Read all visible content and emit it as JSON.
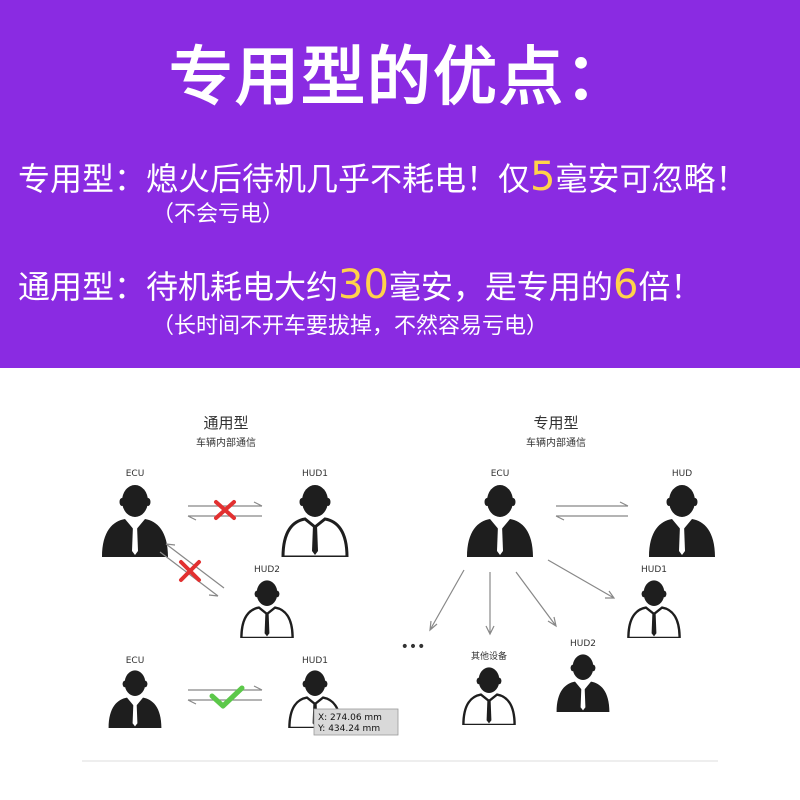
{
  "banner": {
    "title": "专用型的优点：",
    "line1": {
      "prefix": "专用型：熄火后待机几乎不耗电！仅",
      "value": "5",
      "suffix": "毫安可忽略！"
    },
    "note1": "（不会亏电）",
    "line2": {
      "prefix": "通用型：待机耗电大约",
      "value": "30",
      "mid": "毫安，是专用的",
      "value2": "6",
      "suffix": "倍！"
    },
    "note2": "（长时间不开车要拔掉，不然容易亏电）",
    "colors": {
      "background": "#8a2be2",
      "highlight": "#ffd24a",
      "text": "#ffffff"
    }
  },
  "diagram": {
    "left": {
      "title": "通用型",
      "subtitle": "车辆内部通信",
      "ecu_top": "ECU",
      "hud1_top": "HUD1",
      "hud2": "HUD2",
      "ecu_bottom": "ECU",
      "hud1_bottom": "HUD1"
    },
    "right": {
      "title": "专用型",
      "subtitle": "车辆内部通信",
      "ecu": "ECU",
      "hud": "HUD",
      "hud1": "HUD1",
      "other": "其他设备",
      "hud2": "HUD2",
      "ellipsis": "•••"
    },
    "measure": {
      "x": "X: 274.06 mm",
      "y": "Y: 434.24 mm"
    },
    "icons": {
      "reject": "red-cross-icon",
      "accept": "green-check-icon",
      "person": "person-icon"
    },
    "colors": {
      "reject": "#e23030",
      "accept": "#5cc84a",
      "person": "#1e1e1e"
    }
  }
}
